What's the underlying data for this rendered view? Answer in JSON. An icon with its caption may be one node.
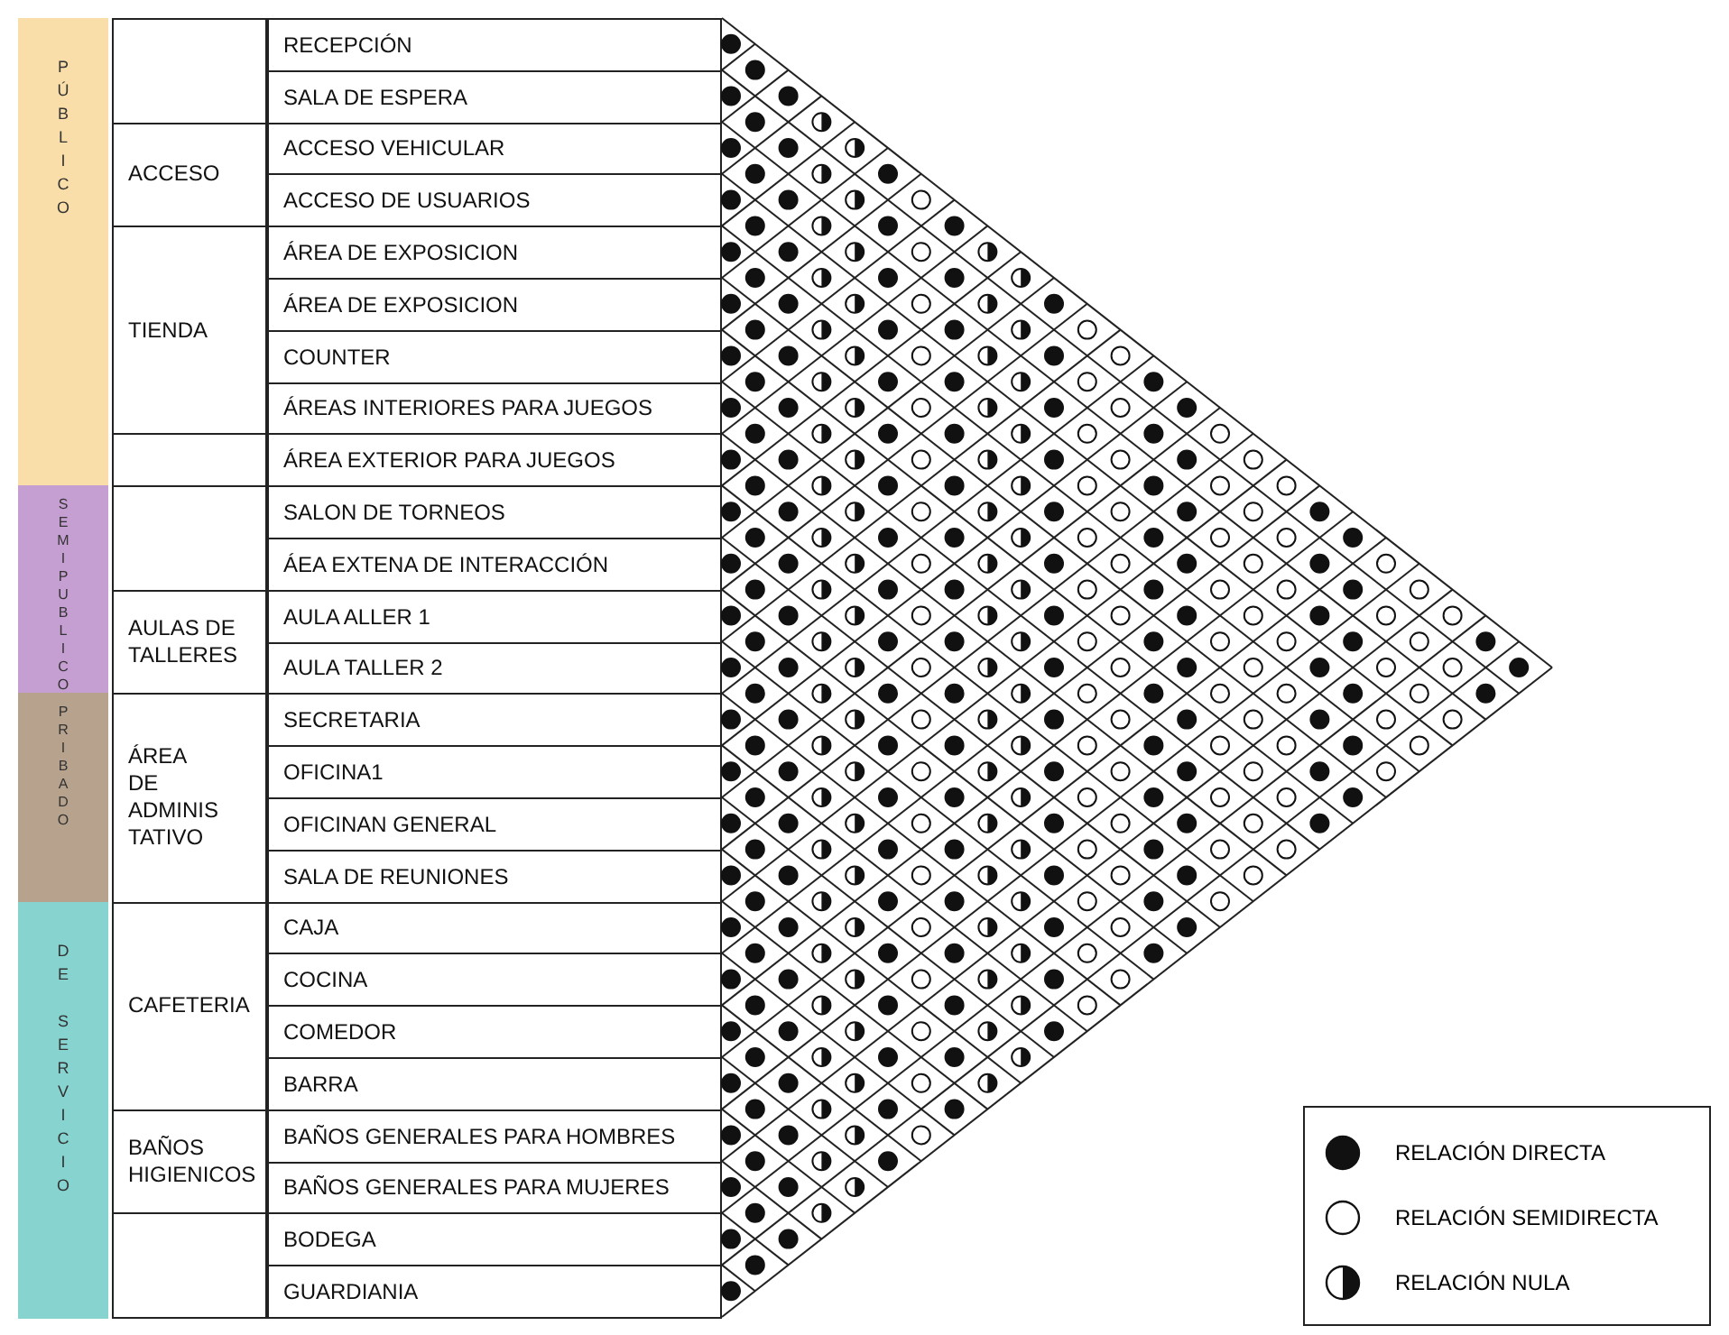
{
  "diagram": {
    "nodes": [
      {
        "text": [
          "PÚBLICO"
        ]
      },
      {
        "text": [
          "SEMIPUBLICO"
        ]
      },
      {
        "text": [
          "PRIBADO"
        ]
      },
      {
        "text": [
          "DE SERVICIO"
        ]
      },
      {
        "text": [],
        "shape": "box"
      },
      {
        "text": [
          "ACCESO"
        ]
      },
      {
        "text": [
          "TIENDA"
        ]
      },
      {
        "text": [],
        "shape": "box"
      },
      {
        "text": [],
        "shape": "box"
      },
      {
        "text": [
          "AULAS DE TALLERES"
        ]
      },
      {
        "text": [
          "ÁREA DE ADMINIS TATIVO"
        ]
      },
      {
        "text": [
          "CAFETERIA"
        ]
      },
      {
        "text": [
          "BAÑOS HIGIENICOS"
        ]
      },
      {
        "text": [],
        "shape": "box"
      },
      {
        "text": [
          "RECEPCIÓN"
        ]
      },
      {
        "text": [
          "SALA DE ESPERA"
        ]
      },
      {
        "text": [
          "ACCESO VEHICULAR"
        ]
      },
      {
        "text": [
          "ACCESO DE USUARIOS"
        ]
      },
      {
        "text": [
          "ÁREA DE EXPOSICION"
        ]
      },
      {
        "text": [
          "ÁREA DE EXPOSICION"
        ]
      },
      {
        "text": [
          "COUNTER"
        ]
      },
      {
        "text": [
          "ÁREAS INTERIORES PARA JUEGOS"
        ]
      },
      {
        "text": [
          "ÁREA EXTERIOR PARA JUEGOS"
        ]
      },
      {
        "text": [
          "SALON DE TORNEOS"
        ]
      },
      {
        "text": [
          "ÁEA EXTENA DE INTERACCIÓN"
        ]
      },
      {
        "text": [
          "AULA ALLER 1"
        ]
      },
      {
        "text": [
          "AULA TALLER 2"
        ]
      },
      {
        "text": [
          "SECRETARIA"
        ]
      },
      {
        "text": [
          "OFICINA1"
        ]
      },
      {
        "text": [
          "OFICINAN GENERAL"
        ]
      },
      {
        "text": [
          "SALA DE REUNIONES"
        ]
      },
      {
        "text": [
          "CAJA"
        ]
      },
      {
        "text": [
          "COCINA"
        ]
      },
      {
        "text": [
          "COMEDOR"
        ]
      },
      {
        "text": [
          "BARRA"
        ]
      },
      {
        "text": [
          "BAÑOS GENERALES PARA HOMBRES"
        ]
      },
      {
        "text": [
          "BAÑOS GENERALES PARA MUJERES"
        ]
      },
      {
        "text": [
          "BODEGA"
        ]
      },
      {
        "text": [
          "GUARDIANIA"
        ]
      }
    ],
    "legend": [
      {
        "text": "RELACIÓN DIRECTA"
      },
      {
        "text": "RELACIÓN SEMIDIRECTA"
      },
      {
        "text": "RELACIÓN NULA"
      }
    ]
  }
}
